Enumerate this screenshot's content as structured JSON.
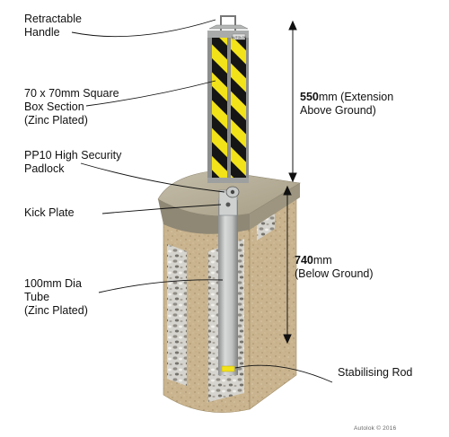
{
  "labels": {
    "handle": [
      "Retractable",
      "Handle"
    ],
    "box_section": [
      "70 x 70mm Square",
      "Box Section",
      "(Zinc Plated)"
    ],
    "padlock": [
      "PP10 High Security",
      "Padlock"
    ],
    "kick_plate": [
      "Kick Plate"
    ],
    "tube": [
      "100mm Dia",
      "Tube",
      "(Zinc Plated)"
    ],
    "stabilising_rod": [
      "Stabilising Rod"
    ]
  },
  "dimensions": {
    "above": {
      "value": "550",
      "unit_text": "mm (Extension",
      "line2": "Above Ground)"
    },
    "below": {
      "value": "740",
      "unit_text": "mm",
      "line2": "(Below Ground)"
    }
  },
  "post_plate_text": "AUTOLOK",
  "credit": "Autolok © 2016",
  "colors": {
    "stripe_yellow": "#f2e21a",
    "stripe_black": "#151515",
    "galvanised": "#c2c4c4",
    "concrete": "#b9ad94",
    "soil": "#c9b48f",
    "gravel": "#d8d6d0"
  }
}
